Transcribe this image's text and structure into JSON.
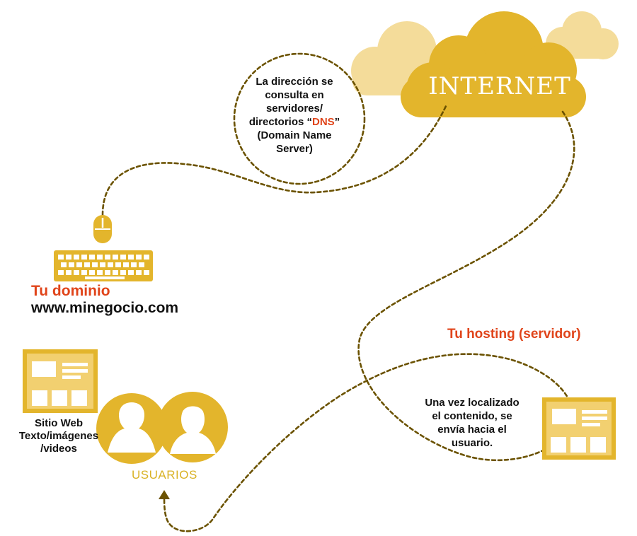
{
  "cloud": {
    "label": "INTERNET"
  },
  "dns_bubble": {
    "line1": "La dirección se",
    "line2": "consulta en",
    "line3": "servidores/",
    "line4_prefix": "directorios “",
    "dns_word": "DNS",
    "line4_suffix": "”",
    "line5": "(Domain Name",
    "line6": "Server)"
  },
  "domain": {
    "title": "Tu dominio",
    "url": "www.minegocio.com"
  },
  "hosting": {
    "title": "Tu hosting (servidor)",
    "line1": "Una vez localizado",
    "line2": "el contenido, se",
    "line3": "envía hacia el",
    "line4": "usuario."
  },
  "website": {
    "line1": "Sitio Web",
    "line2": "Texto/imágenes",
    "line3": "/videos"
  },
  "users": {
    "label": "USUARIOS"
  },
  "colors": {
    "gold": "#e3b52c",
    "pale_gold": "#f4dc9a",
    "dark_dash": "#6b5200",
    "accent_red": "#e0441a"
  }
}
